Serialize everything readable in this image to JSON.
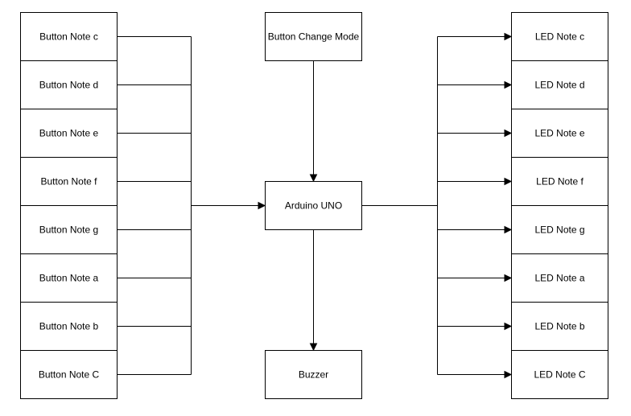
{
  "inputs": [
    {
      "id": "btn-c",
      "label": "Button Note c"
    },
    {
      "id": "btn-d",
      "label": "Button Note d"
    },
    {
      "id": "btn-e",
      "label": "Button Note e"
    },
    {
      "id": "btn-f",
      "label": "Button Note f"
    },
    {
      "id": "btn-g",
      "label": "Button Note g"
    },
    {
      "id": "btn-a",
      "label": "Button Note a"
    },
    {
      "id": "btn-b",
      "label": "Button Note b"
    },
    {
      "id": "btn-C",
      "label": "Button Note C"
    }
  ],
  "mode_button": {
    "id": "btn-mode",
    "label": "Button Change Mode"
  },
  "controller": {
    "id": "arduino",
    "label": "Arduino UNO"
  },
  "buzzer": {
    "id": "buzzer",
    "label": "Buzzer"
  },
  "outputs": [
    {
      "id": "led-c",
      "label": "LED Note c"
    },
    {
      "id": "led-d",
      "label": "LED Note d"
    },
    {
      "id": "led-e",
      "label": "LED Note e"
    },
    {
      "id": "led-f",
      "label": "LED Note f"
    },
    {
      "id": "led-g",
      "label": "LED Note g"
    },
    {
      "id": "led-a",
      "label": "LED Note a"
    },
    {
      "id": "led-b",
      "label": "LED Note b"
    },
    {
      "id": "led-C",
      "label": "LED Note C"
    }
  ],
  "edges": [
    {
      "from": "inputs",
      "to": "arduino"
    },
    {
      "from": "btn-mode",
      "to": "arduino"
    },
    {
      "from": "arduino",
      "to": "buzzer"
    },
    {
      "from": "arduino",
      "to": "outputs"
    }
  ]
}
